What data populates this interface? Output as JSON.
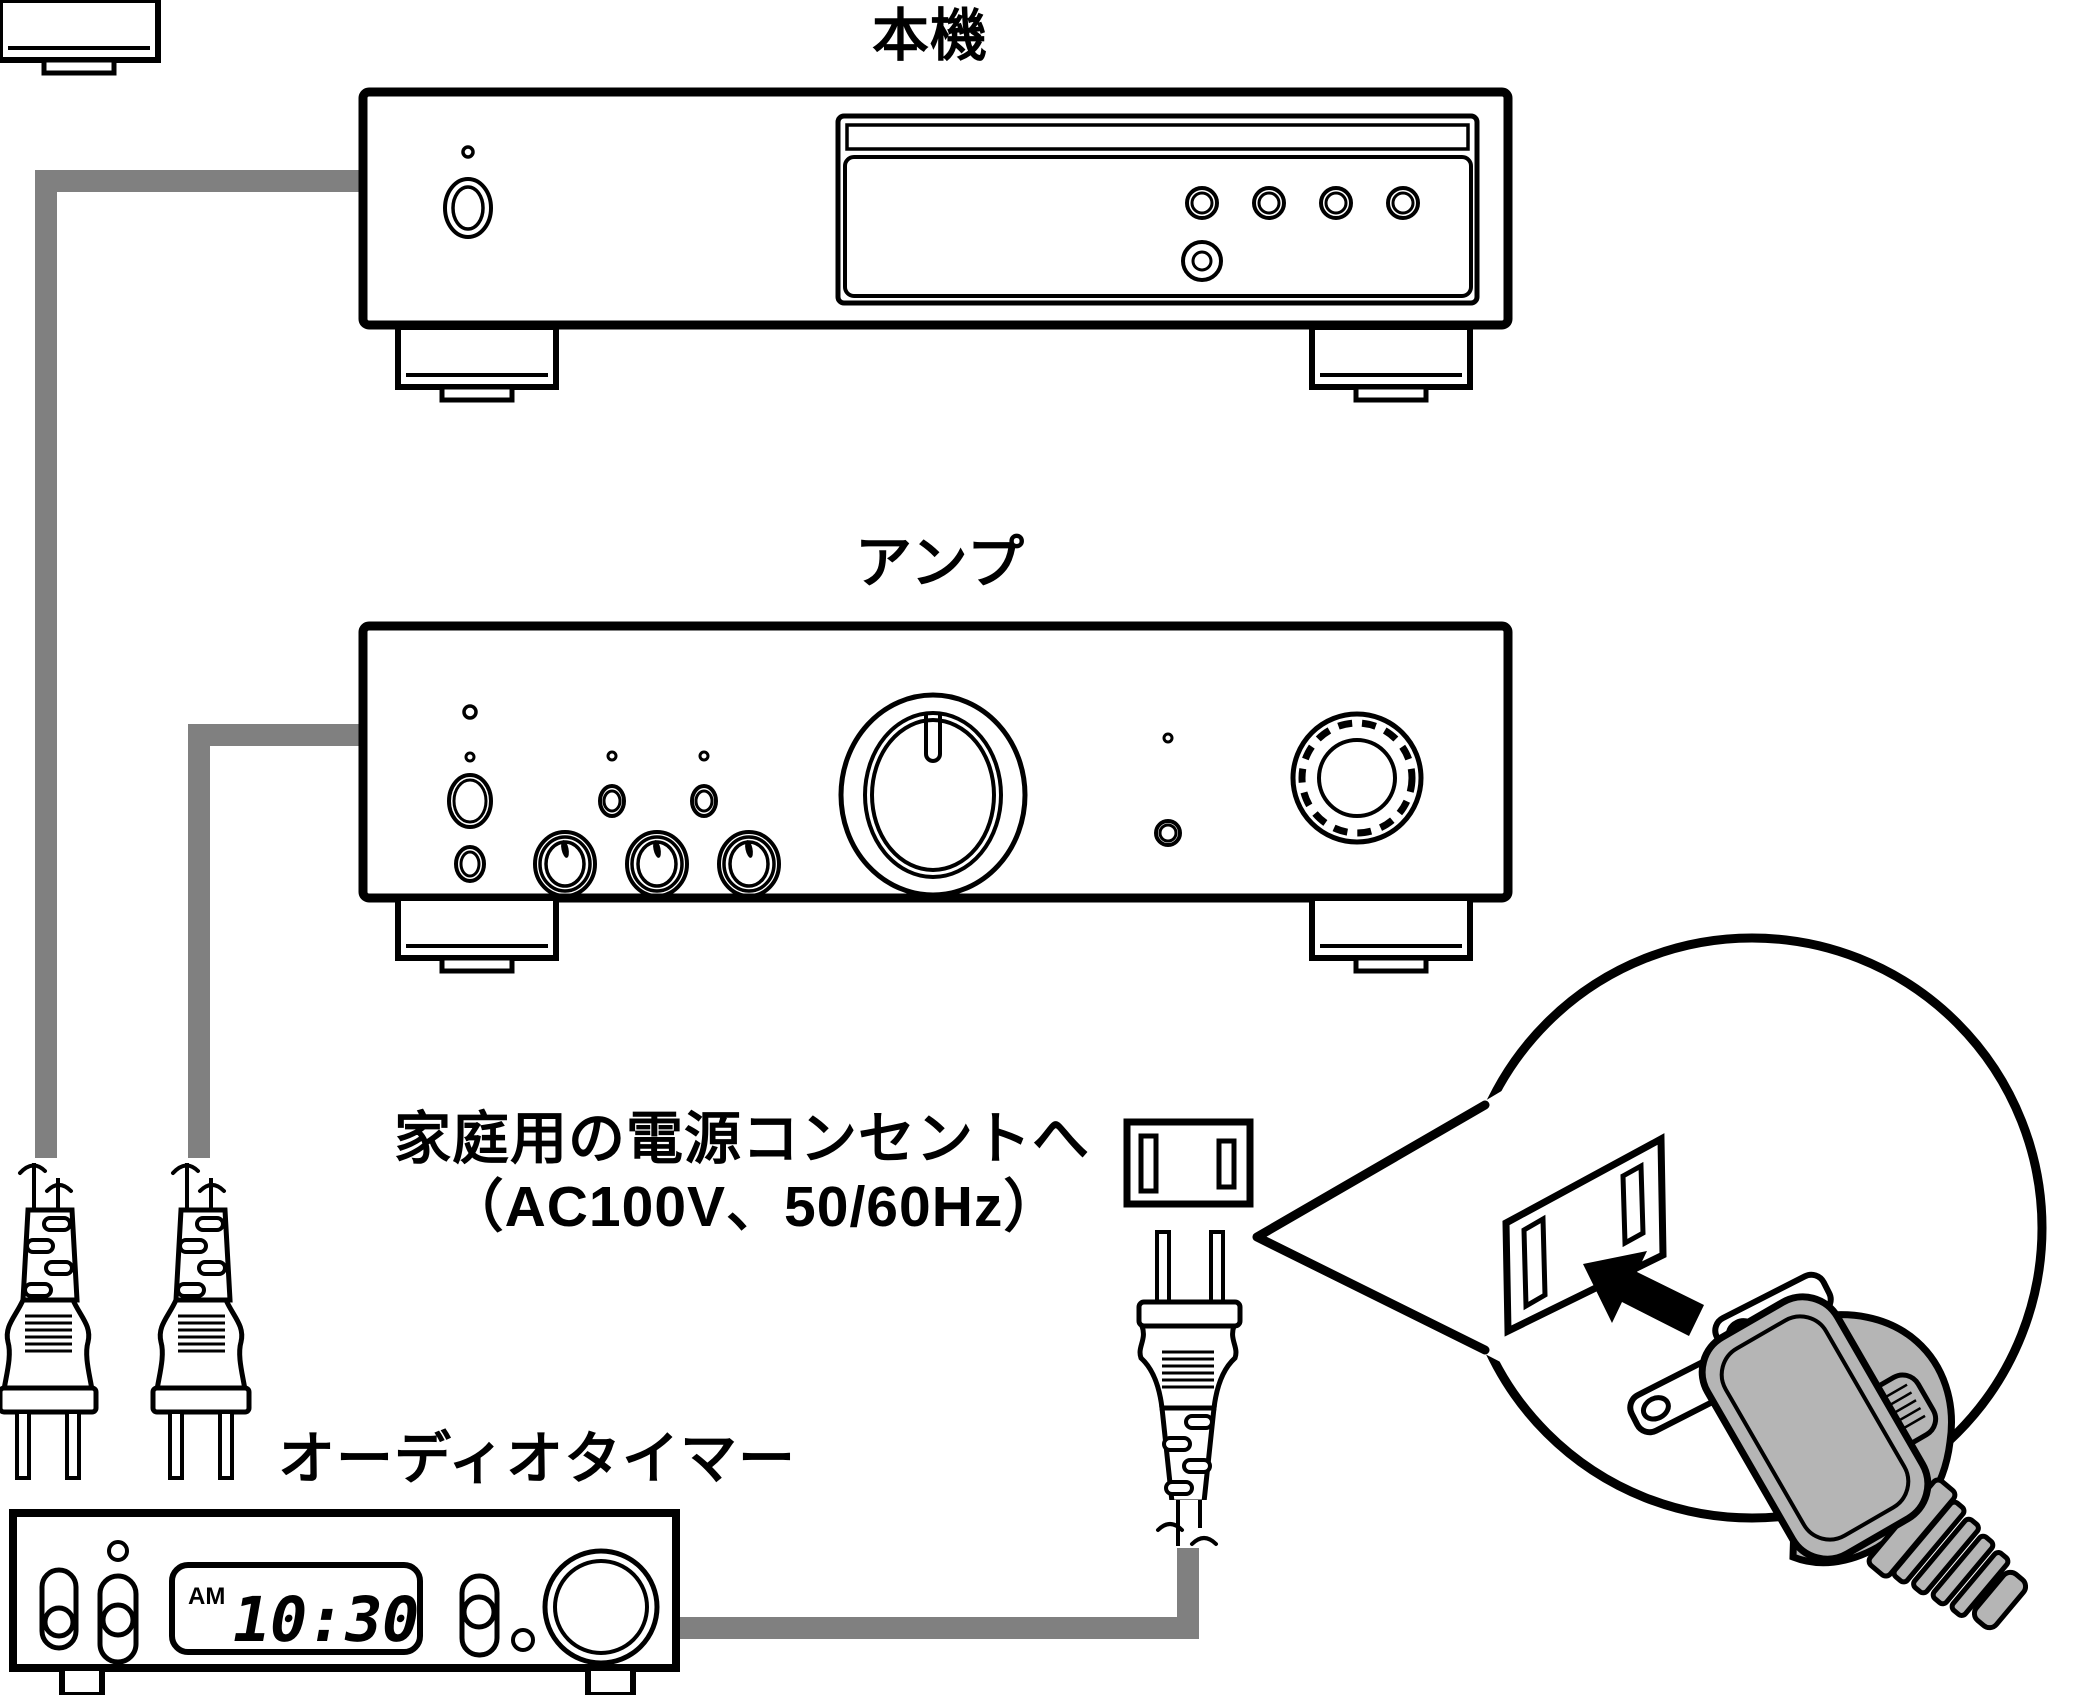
{
  "diagram": {
    "labels": {
      "main_unit": "本機",
      "amplifier": "アンプ",
      "audio_timer": "オーディオタイマー",
      "power_outlet_line1": "家庭用の電源コンセントへ",
      "power_outlet_line2": "（AC100V、50/60Hz）"
    },
    "timer_display": {
      "meridiem": "AM",
      "time": "10:30"
    },
    "colors": {
      "line": "#000000",
      "cable": "#808080",
      "plug_body": "#b5b5b5",
      "background": "#ffffff"
    }
  }
}
